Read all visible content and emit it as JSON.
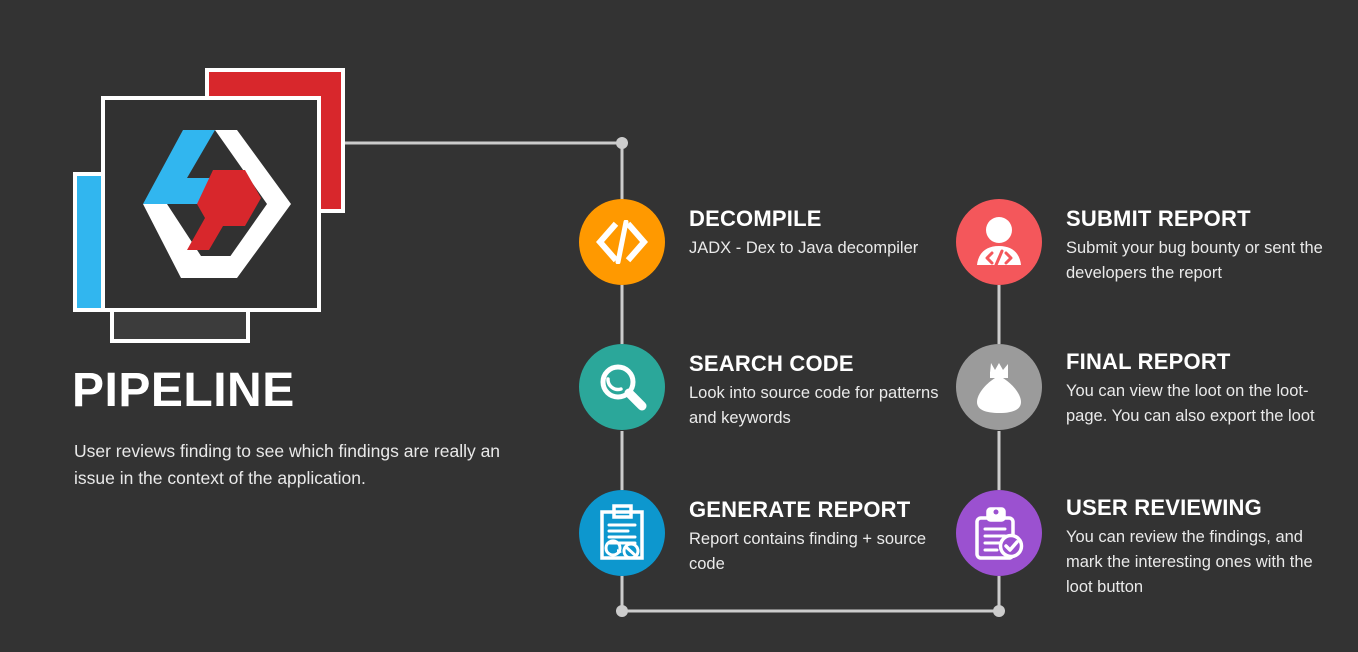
{
  "background_color": "#333333",
  "brand": {
    "logo_name": "pipeline-logo",
    "card_colors": {
      "red": "#d8272c",
      "blue": "#31b6ef",
      "white": "#ffffff",
      "dark": "#313131"
    },
    "title": "PIPELINE",
    "description": "User reviews finding to see which findings are really an issue in the context of the application."
  },
  "connector": {
    "color": "#cccccc",
    "node_color": "#cccccc"
  },
  "steps": [
    {
      "id": "decompile",
      "icon": "code-brackets-icon",
      "color": "#ff9900",
      "title": "DECOMPILE",
      "description": "JADX - Dex to Java decompiler"
    },
    {
      "id": "search-code",
      "icon": "magnifying-glass-icon",
      "color": "#2ba79a",
      "title": "SEARCH CODE",
      "description": "Look into source code for patterns and keywords"
    },
    {
      "id": "generate-report",
      "icon": "clipboard-report-icon",
      "color": "#0d97ce",
      "title": "GENERATE REPORT",
      "description": "Report contains finding + source code"
    },
    {
      "id": "submit-report",
      "icon": "person-code-icon",
      "color": "#f4575b",
      "title": "SUBMIT REPORT",
      "description": "Submit your bug bounty or sent the developers the report"
    },
    {
      "id": "final-report",
      "icon": "money-bag-icon",
      "color": "#9b9b9b",
      "title": "FINAL REPORT",
      "description": "You can view the loot on the loot-page. You can also export the loot"
    },
    {
      "id": "user-reviewing",
      "icon": "clipboard-check-icon",
      "color": "#9b51d0",
      "title": "USER REVIEWING",
      "description": "You can review the findings, and mark the interesting ones with the loot button"
    }
  ]
}
